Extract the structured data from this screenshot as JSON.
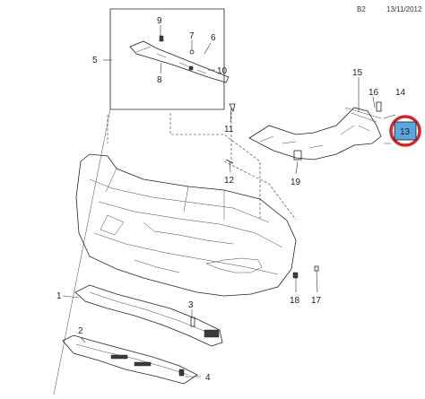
{
  "header": {
    "section": "B2",
    "date": "13/11/2012"
  },
  "callouts": [
    {
      "id": "c1",
      "label": "1"
    },
    {
      "id": "c2",
      "label": "2"
    },
    {
      "id": "c3",
      "label": "3"
    },
    {
      "id": "c4",
      "label": "4"
    },
    {
      "id": "c5",
      "label": "5"
    },
    {
      "id": "c6",
      "label": "6"
    },
    {
      "id": "c7",
      "label": "7"
    },
    {
      "id": "c8",
      "label": "8"
    },
    {
      "id": "c9",
      "label": "9"
    },
    {
      "id": "c10",
      "label": "10"
    },
    {
      "id": "c11",
      "label": "11"
    },
    {
      "id": "c12",
      "label": "12"
    },
    {
      "id": "c13",
      "label": "13"
    },
    {
      "id": "c14",
      "label": "14"
    },
    {
      "id": "c15",
      "label": "15"
    },
    {
      "id": "c16",
      "label": "16"
    },
    {
      "id": "c17",
      "label": "17"
    },
    {
      "id": "c18",
      "label": "18"
    },
    {
      "id": "c19",
      "label": "19"
    }
  ],
  "highlight": {
    "callout": "13",
    "color": "#d0282c",
    "fill": "#5aa6df"
  }
}
